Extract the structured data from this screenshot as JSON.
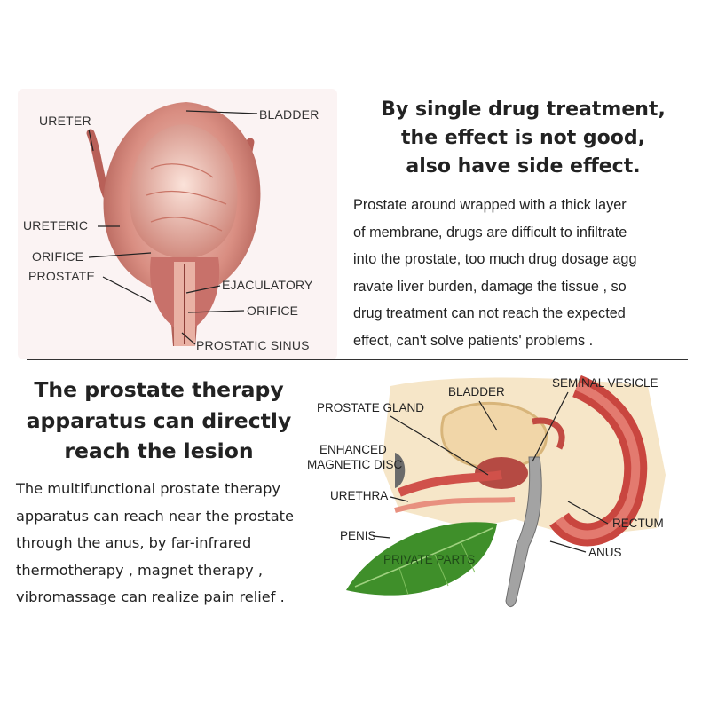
{
  "top_section": {
    "labels": {
      "ureter": "URETER",
      "bladder": "BLADDER",
      "ureteric": "URETERIC",
      "orifice1": "ORIFICE",
      "prostate": "PROSTATE",
      "ejaculatory": "EJACULATORY",
      "orifice2": "ORIFICE",
      "prostatic_sinus": "PROSTATIC SINUS"
    },
    "heading": [
      "By single drug treatment,",
      "the effect is not good,",
      "also have side effect."
    ],
    "body": [
      "Prostate around wrapped with a thick layer",
      "of membrane, drugs are difficult to infiltrate",
      "into the prostate, too much drug dosage agg",
      "ravate liver burden,  damage the tissue , so",
      "drug treatment can not reach the expected",
      "effect, can't solve patients' problems ."
    ]
  },
  "bottom_section": {
    "heading": [
      "The prostate therapy",
      "apparatus can directly",
      "reach the lesion"
    ],
    "body": [
      "The multifunctional prostate therapy",
      "apparatus can reach near the prostate",
      "through the anus, by far-infrared",
      "thermotherapy , magnet therapy ,",
      "vibromassage can realize pain relief ."
    ],
    "labels": {
      "bladder": "BLADDER",
      "seminal_vesicle": "SEMINAL VESICLE",
      "prostate_gland": "PROSTATE GLAND",
      "enhanced": "ENHANCED",
      "magnetic_disc": "MAGNETIC DISC",
      "urethra": "URETHRA",
      "rectum": "RECTUM",
      "penis": "PENIS",
      "private_parts": "PRIVATE PARTS",
      "anus": "ANUS"
    }
  },
  "colors": {
    "tissue": "#c9766e",
    "tissue_dark": "#9e4a45",
    "tissue_light": "#e8b2a6",
    "leaf": "#3f8f2a",
    "probe": "#9a9a9a"
  }
}
